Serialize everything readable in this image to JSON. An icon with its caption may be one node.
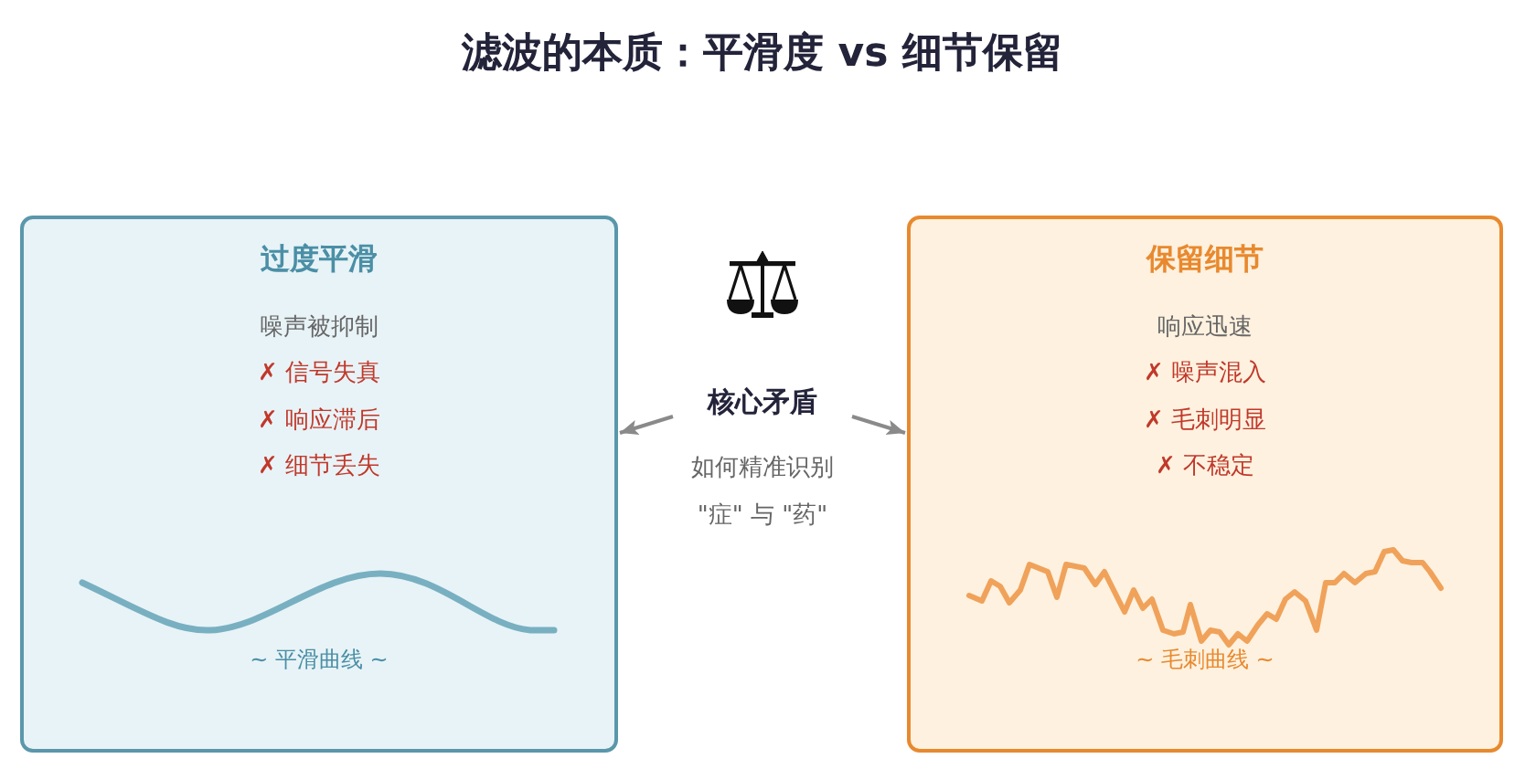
{
  "diagram": {
    "title": "滤波的本质：平滑度 vs 细节保留",
    "nodes": [
      {
        "text": [
          "过度平滑",
          "噪声被抑制",
          "✗ 信号失真",
          "✗ 响应滞后",
          "✗ 细节丢失",
          "~ 平滑曲线 ~"
        ]
      },
      {
        "text": [
          "核心矛盾",
          "如何精准识别",
          "\"症\" 与 \"药\""
        ]
      },
      {
        "text": [
          "保留细节",
          "响应迅速",
          "✗ 噪声混入",
          "✗ 毛刺明显",
          "✗ 不稳定",
          "~ 毛刺曲线 ~"
        ]
      }
    ],
    "edges": [
      {
        "from": 1,
        "to": 0,
        "arrow": "to"
      },
      {
        "from": 1,
        "to": 2,
        "arrow": "to"
      }
    ]
  }
}
